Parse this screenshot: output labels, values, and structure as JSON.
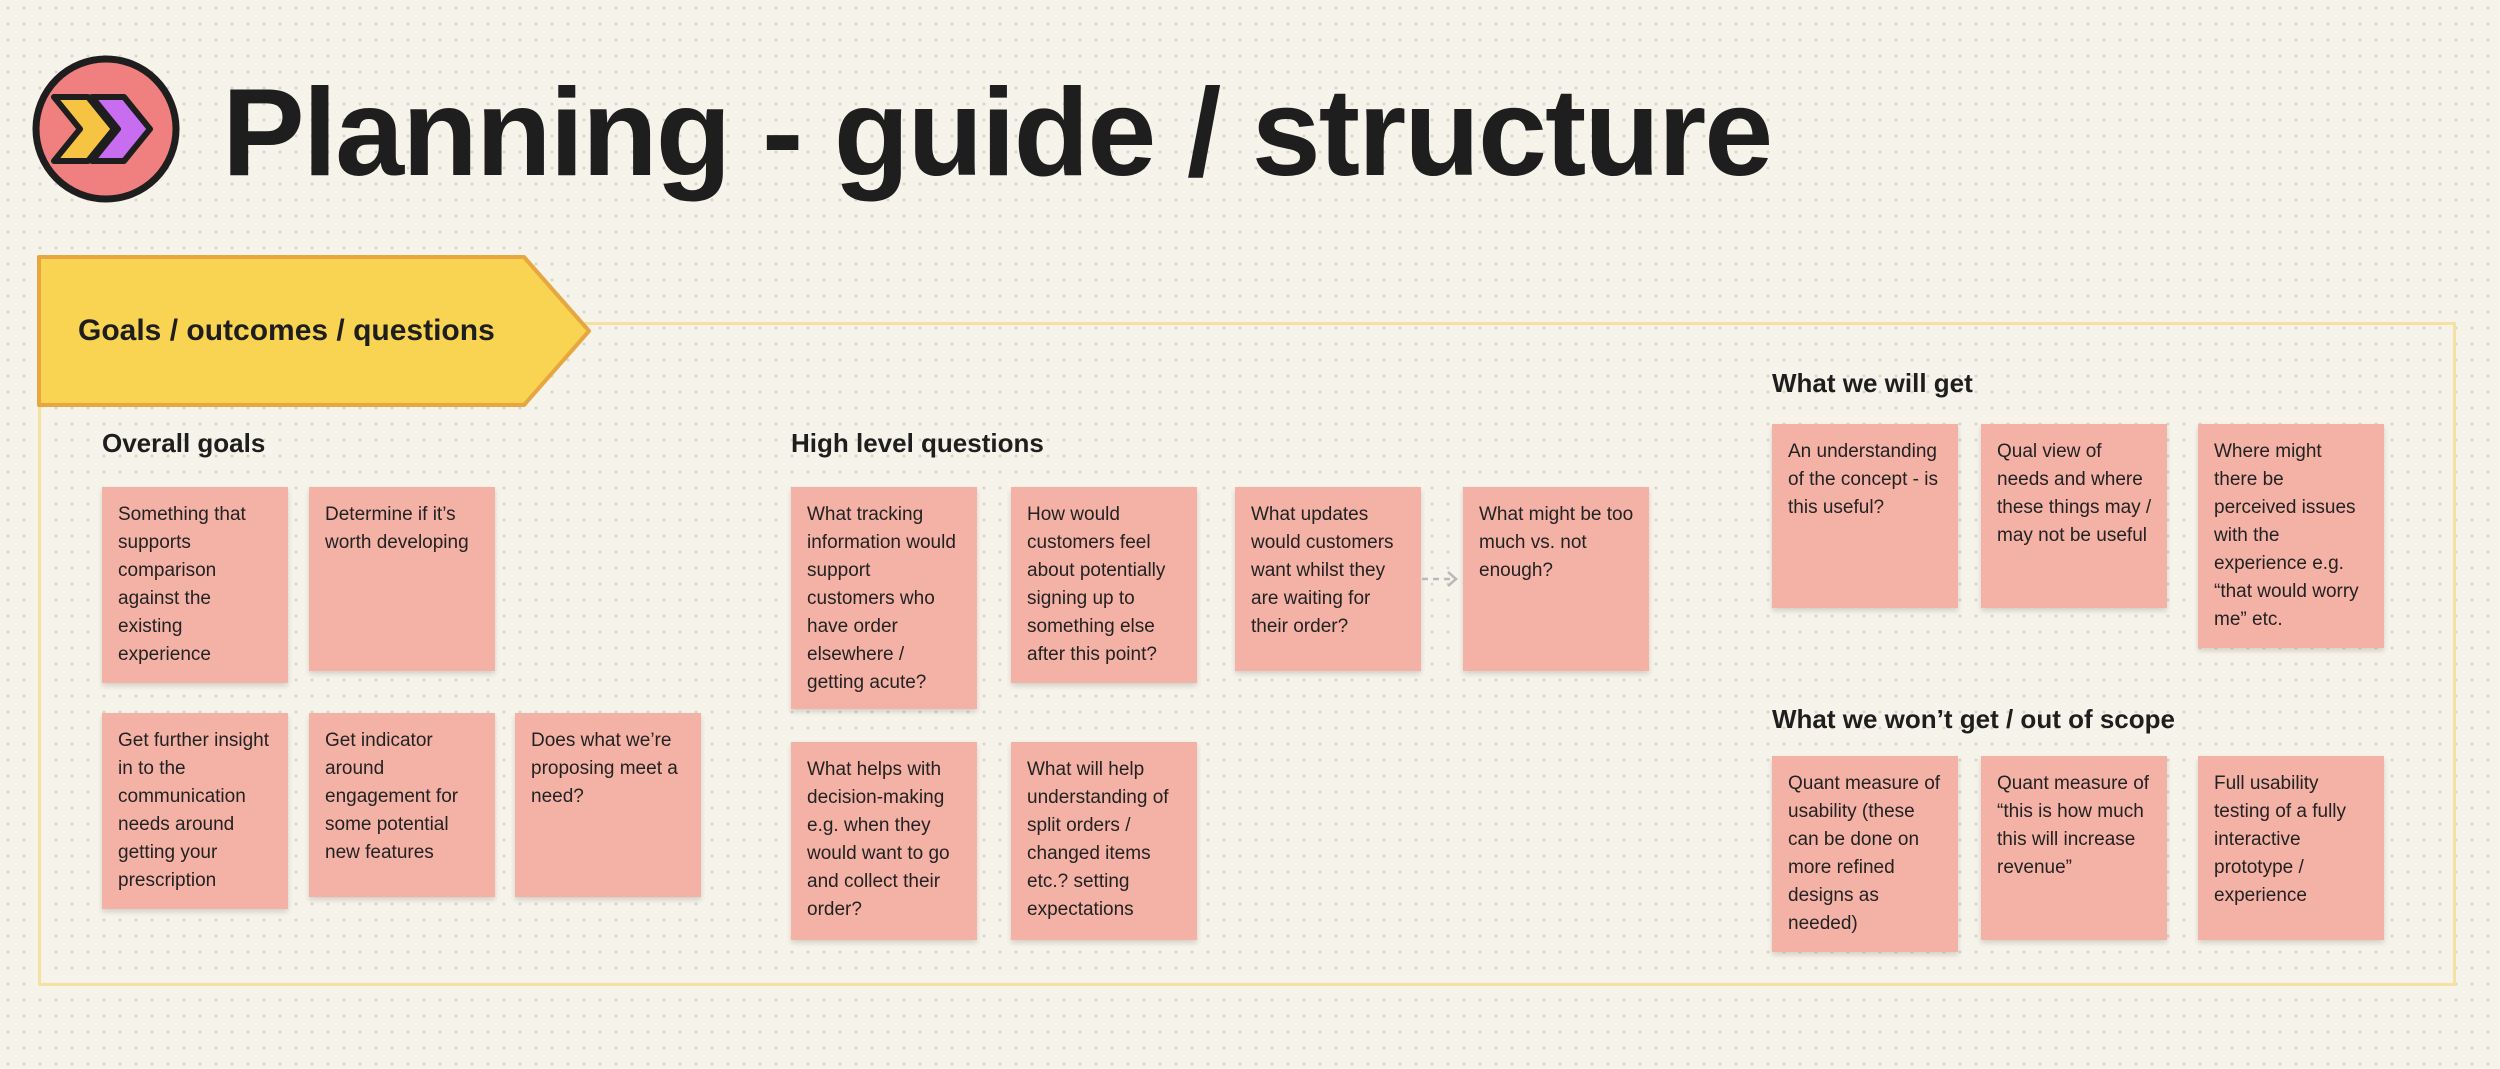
{
  "page": {
    "title": "Planning - guide / structure",
    "logo_icon": "double-chevron-icon",
    "colors": {
      "background": "#f6f3ea",
      "logo_circle": "#f08080",
      "chevron_yellow": "#f6c343",
      "chevron_purple": "#c86cf0",
      "banner": "#f9d352",
      "sticky_note": "#f4b2a6",
      "frame_border": "#f5e2a1"
    }
  },
  "banner": {
    "label": "Goals / outcomes / questions"
  },
  "sections": {
    "overall_goals": {
      "title": "Overall goals",
      "notes": [
        "Something that supports comparison against the existing experience",
        "Determine if it’s worth developing",
        "Get further insight in to the communication needs around getting your prescription",
        "Get indicator around engagement for some potential new features",
        "Does what we’re proposing meet a need?"
      ]
    },
    "high_level_questions": {
      "title": "High level questions",
      "notes": [
        "What tracking information would support customers who have order elsewhere / getting acute?",
        "How would customers feel about potentially signing up to something else after this point?",
        "What updates would customers want whilst they are waiting for their order?",
        "What might be too much vs. not enough?",
        "What helps with decision-making e.g. when they would want to go and collect their order?",
        "What will help understanding of split orders / changed items etc.? setting expectations"
      ]
    },
    "what_we_will_get": {
      "title": "What we will get",
      "notes": [
        "An understanding of the concept - is this useful?",
        "Qual view of needs and where these things may / may not be useful",
        "Where might there be perceived issues with the experience e.g. “that would worry me” etc."
      ]
    },
    "out_of_scope": {
      "title": "What we won’t get / out of scope",
      "notes": [
        "Quant measure of usability (these can be done on more refined designs as needed)",
        "Quant measure of “this is how much this will increase revenue”",
        "Full usability testing of a fully interactive prototype / experience"
      ]
    }
  }
}
